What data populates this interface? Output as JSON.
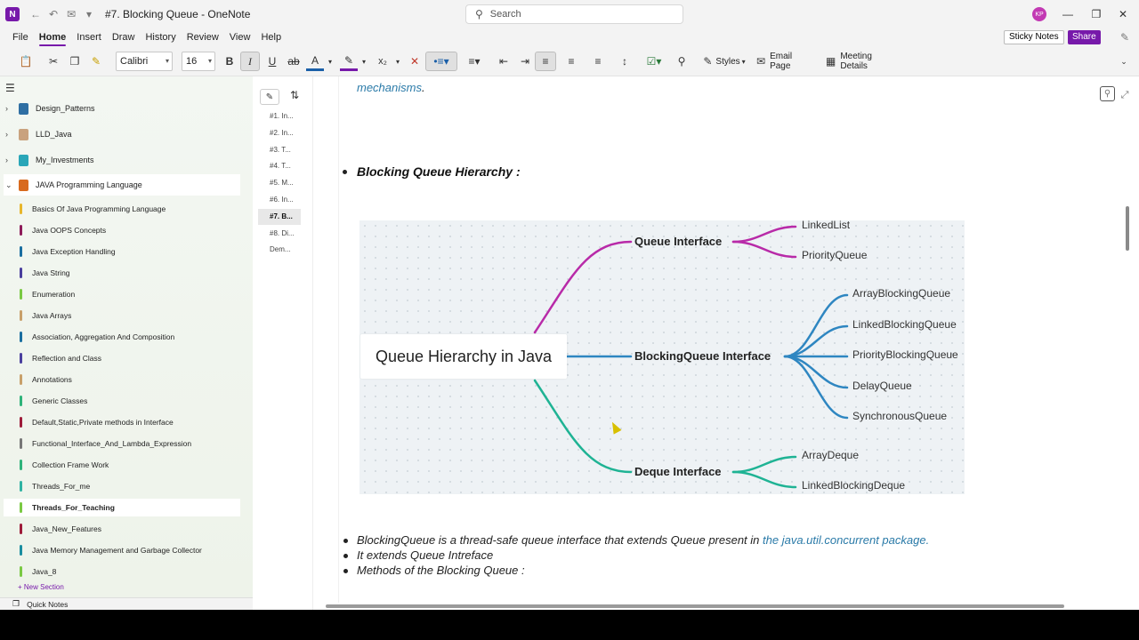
{
  "window": {
    "title": "#7. Blocking Queue  -  OneNote",
    "search_placeholder": "Search",
    "avatar_initials": "KP"
  },
  "menu": {
    "items": [
      "File",
      "Home",
      "Insert",
      "Draw",
      "History",
      "Review",
      "View",
      "Help"
    ],
    "active": "Home",
    "sticky_notes": "Sticky Notes",
    "share": "Share"
  },
  "ribbon": {
    "font": "Calibri",
    "font_size": "16",
    "styles": "Styles",
    "email_page": "Email Page",
    "meeting_details": "Meeting Details"
  },
  "sidebar": {
    "notebooks": [
      {
        "label": "Design_Patterns",
        "color": "#2f6fa3"
      },
      {
        "label": "LLD_Java",
        "color": "#c9a27e"
      },
      {
        "label": "My_Investments",
        "color": "#2aa6b8"
      },
      {
        "label": "JAVA Programming Language",
        "color": "#d86a1e"
      }
    ],
    "sections": [
      {
        "label": "Basics Of Java Programming Language",
        "color": "#e8b62c"
      },
      {
        "label": "Java OOPS Concepts",
        "color": "#8e1c5a"
      },
      {
        "label": "Java Exception Handling",
        "color": "#1a6ea0"
      },
      {
        "label": "Java String",
        "color": "#4a3f9e"
      },
      {
        "label": "Enumeration",
        "color": "#7ac943"
      },
      {
        "label": "Java Arrays",
        "color": "#c8a06a"
      },
      {
        "label": "Association, Aggregation And Composition",
        "color": "#1a6ea0"
      },
      {
        "label": "Reflection and Class",
        "color": "#4a3f9e"
      },
      {
        "label": "Annotations",
        "color": "#c8a06a"
      },
      {
        "label": "Generic Classes",
        "color": "#2fb37a"
      },
      {
        "label": "Default,Static,Private methods in Interface",
        "color": "#9e1c3a"
      },
      {
        "label": "Functional_Interface_And_Lambda_Expression",
        "color": "#777777"
      },
      {
        "label": "Collection Frame Work",
        "color": "#2fb37a"
      },
      {
        "label": "Threads_For_me",
        "color": "#2fb3a3"
      },
      {
        "label": "Threads_For_Teaching",
        "color": "#7ac943"
      },
      {
        "label": "Java_New_Features",
        "color": "#9e1c3a"
      },
      {
        "label": "Java Memory Management and Garbage Collector",
        "color": "#1a8ea0"
      },
      {
        "label": "Java_8",
        "color": "#7ac943"
      }
    ],
    "new_section": "+ New Section",
    "quick_notes": "Quick Notes"
  },
  "pages": [
    "#1. In...",
    "#2. In...",
    "#3. T...",
    "#4. T...",
    "#5. M...",
    "#6. In...",
    "#7. B...",
    "#8. Di...",
    "Dem..."
  ],
  "note": {
    "prev_text": "mechanisms",
    "prev_punct": ".",
    "heading": "Blocking Queue Hierarchy :",
    "bullet1_main": "BlockingQueue is a thread-safe queue interface that extends Queue present in ",
    "bullet1_link": "the java.util.concurrent package.",
    "bullet2": "It extends Queue Intreface",
    "bullet3": "Methods of the Blocking Queue :"
  },
  "diagram": {
    "center": "Queue Hierarchy in Java",
    "branches": [
      {
        "label": "Queue Interface",
        "color": "#b82aa8",
        "leaves": [
          "LinkedList",
          "PriorityQueue"
        ]
      },
      {
        "label": "BlockingQueue Interface",
        "color": "#2e86c1",
        "leaves": [
          "ArrayBlockingQueue",
          "LinkedBlockingQueue",
          "PriorityBlockingQueue",
          "DelayQueue",
          "SynchronousQueue"
        ]
      },
      {
        "label": "Deque Interface",
        "color": "#1fb394",
        "leaves": [
          "ArrayDeque",
          "LinkedBlockingDeque"
        ]
      }
    ]
  }
}
